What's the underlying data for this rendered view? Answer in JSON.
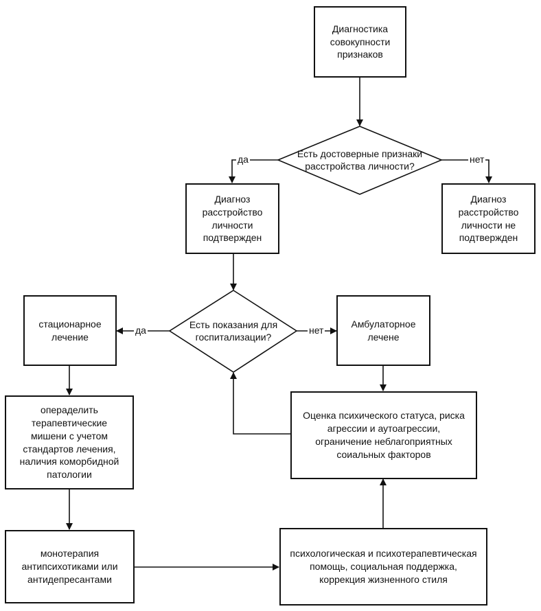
{
  "nodes": {
    "start": "Диагностика\nсовокупности\nпризнаков",
    "decision1": "Есть достоверные признаки\nрасстройства личности?",
    "confirmed": "Диагноз\nрасстройство\nличности\nподтвержден",
    "not_confirmed": "Диагноз\nрасстройство\nличности не\nподтвержден",
    "decision2": "Есть показания для\nгоспитализации?",
    "inpatient": "стационарное\nлечение",
    "outpatient": "Амбулаторное\nлечене",
    "targets": "операделить\nтерапевтические\nмишени с учетом\nстандартов лечения,\nналичия коморбидной\nпатологии",
    "assessment": "Оценка  психического статуса, риска\nагрессии и аутоагрессии,\nограничение неблагоприятных\nсоиальных факторов",
    "monotherapy": "монотерапия\nантипсихотиками или\nантидепресантами",
    "support": "психологическая и психотерапевтическая\nпомощь, социальная поддержка,\nкоррекция жизненного стиля"
  },
  "edge_labels": {
    "yes": "да",
    "no": "нет"
  }
}
